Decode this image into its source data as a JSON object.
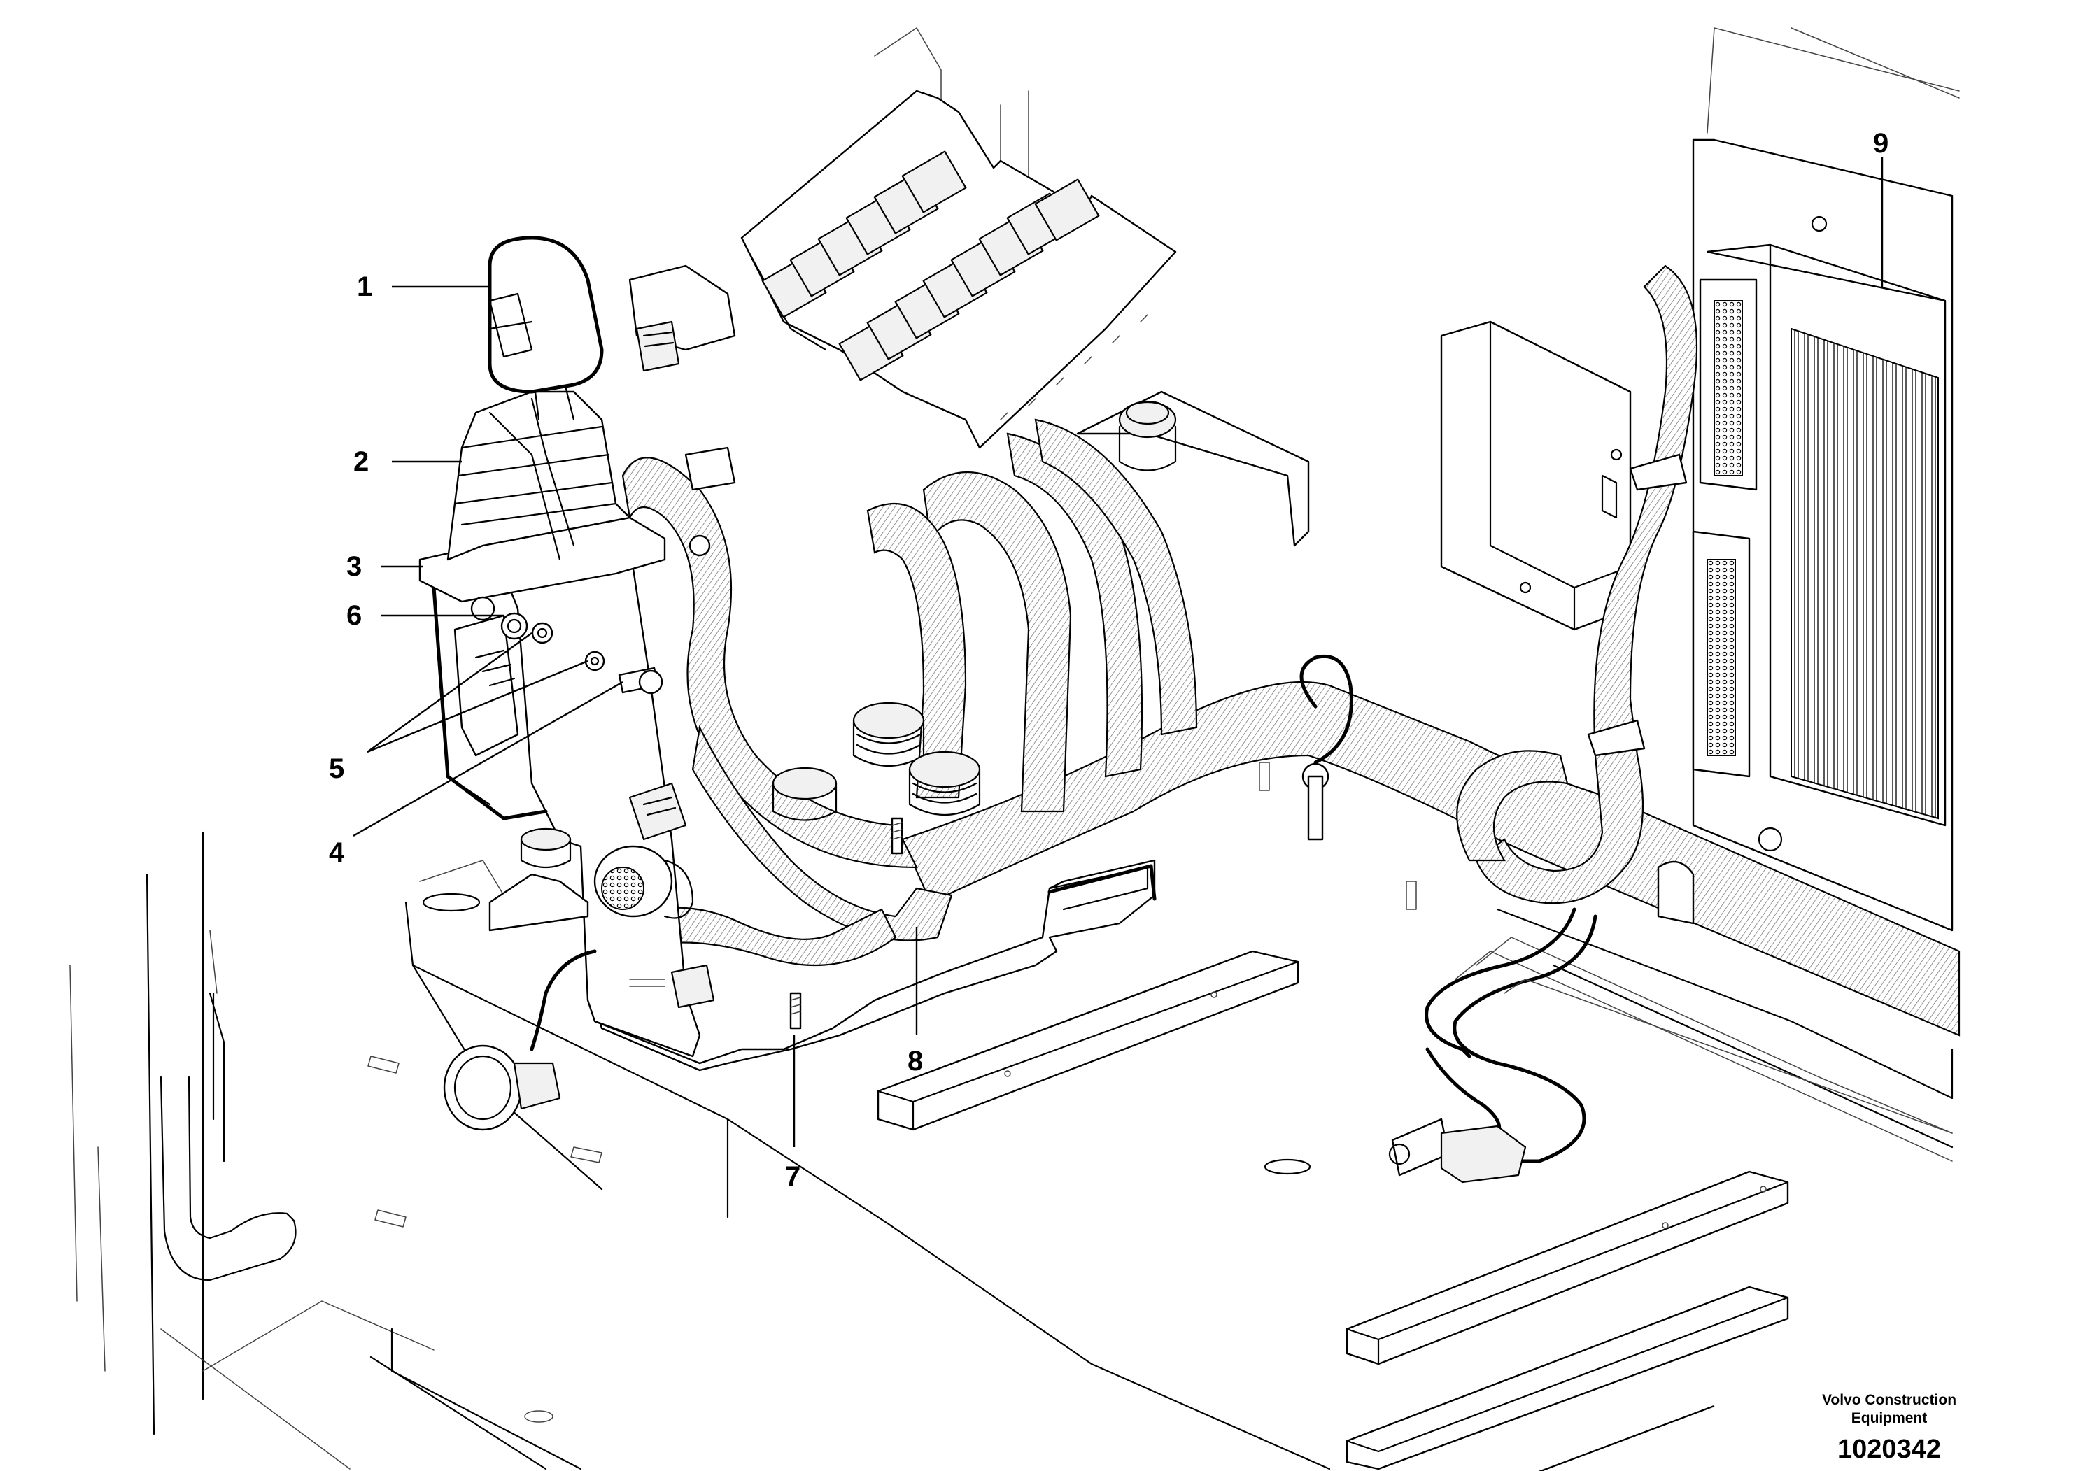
{
  "diagram": {
    "callouts": [
      {
        "id": "callout-1",
        "label": "1",
        "part": "control-lever-knob-icon"
      },
      {
        "id": "callout-2",
        "label": "2",
        "part": "rubber-boot-icon"
      },
      {
        "id": "callout-3",
        "label": "3",
        "part": "lever-base-plate-icon"
      },
      {
        "id": "callout-6",
        "label": "6",
        "part": "nut-icon"
      },
      {
        "id": "callout-5",
        "label": "5",
        "part": "washer-icon"
      },
      {
        "id": "callout-4",
        "label": "4",
        "part": "screw-icon"
      },
      {
        "id": "callout-7",
        "label": "7",
        "part": "mounting-bracket-icon"
      },
      {
        "id": "callout-8",
        "label": "8",
        "part": "cable-harness-icon"
      },
      {
        "id": "callout-9",
        "label": "9",
        "part": "control-unit-icon"
      }
    ],
    "credit_line1": "Volvo Construction",
    "credit_line2": "Equipment",
    "doc_number": "1020342"
  }
}
